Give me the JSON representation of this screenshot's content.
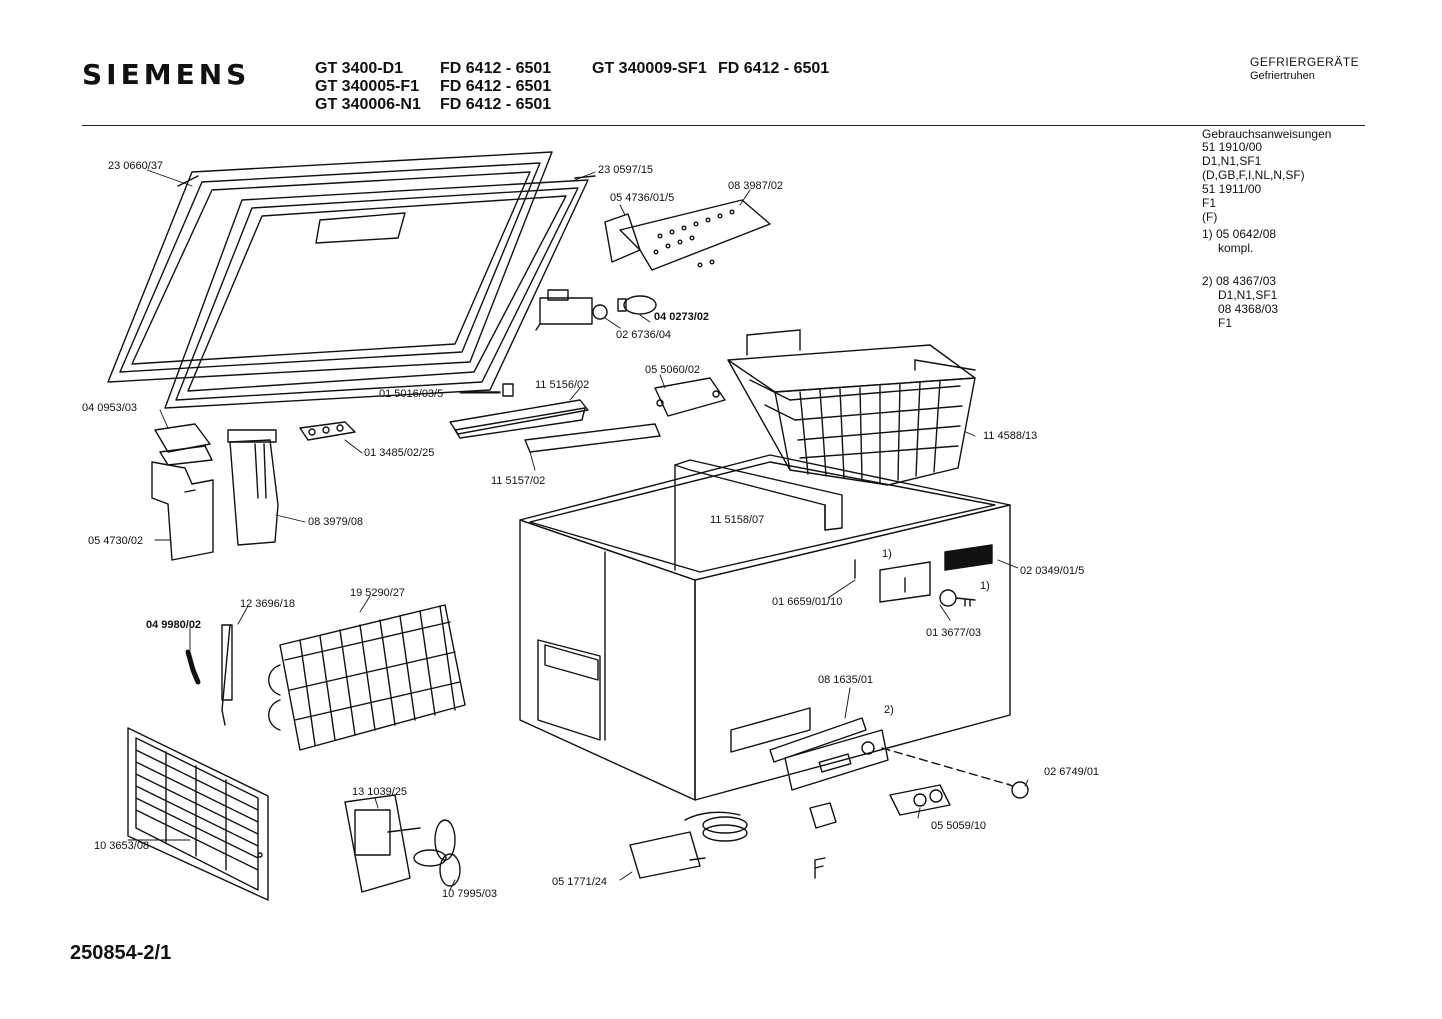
{
  "header": {
    "brand": "SIEMENS",
    "models_col1": [
      "GT 3400-D1",
      "GT 340005-F1",
      "GT 340006-N1"
    ],
    "models_col2": [
      "FD 6412 - 6501",
      "FD 6412 - 6501",
      "FD 6412 - 6501"
    ],
    "model_col3": "GT 340009-SF1",
    "model_col4": "FD 6412 - 6501",
    "category": "GEFRIERGERÄTE",
    "subcategory": "Gefriertruhen"
  },
  "notes": {
    "lines": [
      "Gebrauchsanweisungen",
      "51 1910/00",
      "D1,N1,SF1",
      "(D,GB,F,I,NL,N,SF)",
      "51 1911/00",
      "F1",
      "(F)",
      "1) 05 0642/08",
      "kompl.",
      "2) 08 4367/03",
      "D1,N1,SF1",
      "08 4368/03",
      "F1"
    ]
  },
  "parts": {
    "p230660": "23 0660/37",
    "p230597": "23 0597/15",
    "p054736": "05 4736/01/5",
    "p083987": "08 3987/02",
    "p040273": "04 0273/02",
    "p026736": "02 6736/04",
    "p055060": "05 5060/02",
    "p015016": "01 5016/03/5",
    "p115156": "11 5156/02",
    "p040953": "04 0953/03",
    "p013485": "01 3485/02/25",
    "p115157": "11 5157/02",
    "p114588": "11 4588/13",
    "p083979": "08 3979/08",
    "p054730": "05 4730/02",
    "p115158": "11 5158/07",
    "p020349": "02 0349/01/5",
    "p016659": "01 6659/01/10",
    "p013677": "01 3677/03",
    "fn1a": "1)",
    "fn1b": "1)",
    "fn2": "2)",
    "p123696": "12 3696/18",
    "p195290": "19 5290/27",
    "p049980": "04 9980/02",
    "p081635": "08 1635/01",
    "p026749": "02 6749/01",
    "p131039": "13 1039/25",
    "p103653": "10 3653/08",
    "p107995": "10 7995/03",
    "p051771": "05 1771/24",
    "p055059": "05 5059/10"
  },
  "footer": {
    "doc_number": "250854-2/1"
  }
}
